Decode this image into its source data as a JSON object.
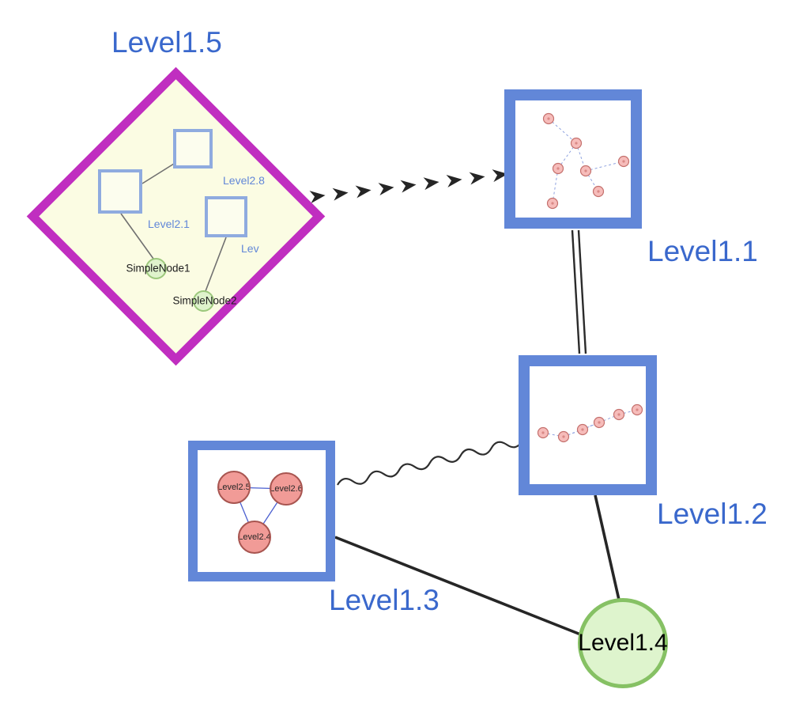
{
  "nodes": {
    "level15": {
      "label": "Level1.5",
      "type": "group-diamond"
    },
    "level11": {
      "label": "Level1.1",
      "type": "group-box"
    },
    "level12": {
      "label": "Level1.2",
      "type": "group-box"
    },
    "level13": {
      "label": "Level1.3",
      "type": "group-box"
    },
    "level14": {
      "label": "Level1.4",
      "type": "circle"
    }
  },
  "level15_children": {
    "level28": {
      "label": "Level2.8",
      "type": "square"
    },
    "level21": {
      "label": "Level2.1",
      "type": "square"
    },
    "lev": {
      "label": "Lev",
      "type": "square"
    },
    "simple1": {
      "label": "SimpleNode1",
      "type": "circle"
    },
    "simple2": {
      "label": "SimpleNode2",
      "type": "circle"
    }
  },
  "level13_children": [
    {
      "label": "Level2.5",
      "type": "circle"
    },
    {
      "label": "Level2.6",
      "type": "circle"
    },
    {
      "label": "Level2.4",
      "type": "circle"
    }
  ],
  "edges": [
    {
      "from": "Level1.5",
      "to": "Level1.1",
      "style": "bold-dashed-arrow"
    },
    {
      "from": "Level1.1",
      "to": "Level1.2",
      "style": "double-line"
    },
    {
      "from": "Level1.3",
      "to": "Level1.2",
      "style": "wavy"
    },
    {
      "from": "Level1.3",
      "to": "Level1.4",
      "style": "solid"
    },
    {
      "from": "Level1.2",
      "to": "Level1.4",
      "style": "solid"
    },
    {
      "from": "Level2.1",
      "to": "Level2.8",
      "style": "solid"
    },
    {
      "from": "Level2.1",
      "to": "SimpleNode1",
      "style": "solid"
    },
    {
      "from": "Lev",
      "to": "SimpleNode2",
      "style": "solid"
    },
    {
      "from": "Level2.5",
      "to": "Level2.6",
      "style": "solid"
    },
    {
      "from": "Level2.5",
      "to": "Level2.4",
      "style": "solid"
    },
    {
      "from": "Level2.6",
      "to": "Level2.4",
      "style": "solid"
    }
  ],
  "colors": {
    "label_blue": "#3a68cc",
    "box_border_blue": "#6287d8",
    "inner_square_border": "#8fabdf",
    "diamond_border_magenta": "#c02ec0",
    "diamond_fill": "#fbfce3",
    "green_fill": "#def4cd",
    "green_border": "#86c164",
    "pink_fill": "#f19b97",
    "pink_border": "#a85550",
    "mini_pink_fill": "#f6bcba",
    "mini_pink_border": "#c4706d",
    "mini_edge_blue": "#8fa3e0",
    "edge_dark": "#2b2b2b"
  }
}
